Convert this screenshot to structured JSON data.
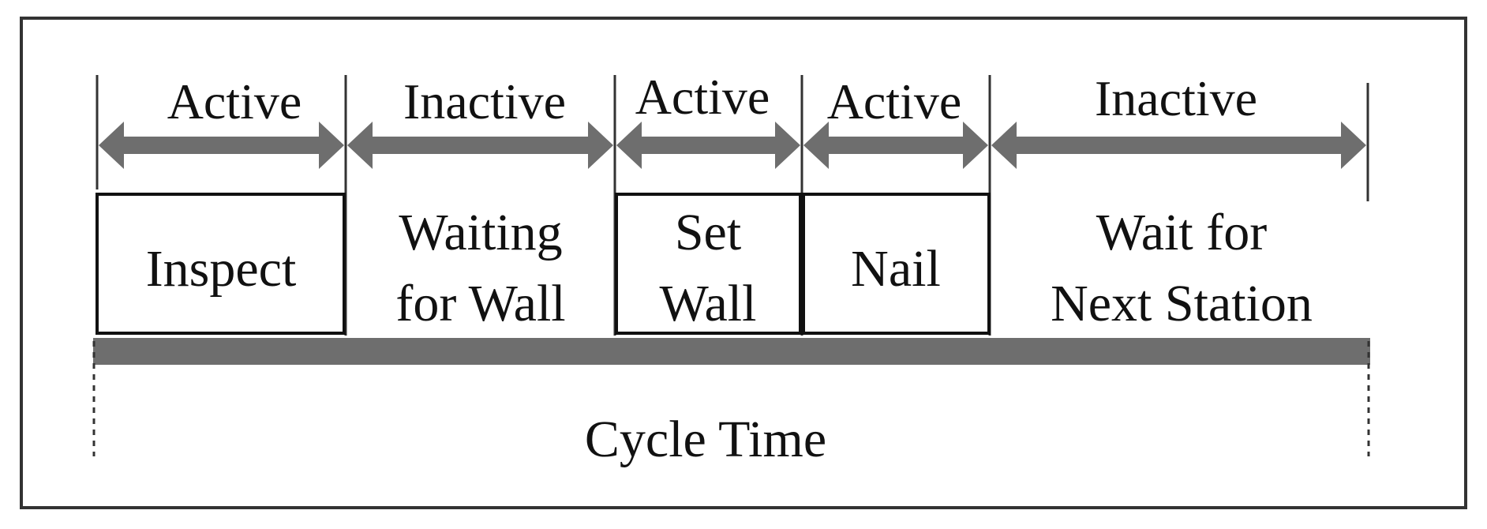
{
  "segments": [
    {
      "state": "Active",
      "task": [
        "Inspect"
      ],
      "boxed": true
    },
    {
      "state": "Inactive",
      "task": [
        "Waiting",
        "for Wall"
      ],
      "boxed": false
    },
    {
      "state": "Active",
      "task": [
        "Set",
        "Wall"
      ],
      "boxed": true
    },
    {
      "state": "Active",
      "task": [
        "Nail"
      ],
      "boxed": true
    },
    {
      "state": "Inactive",
      "task": [
        "Wait for",
        "Next Station"
      ],
      "boxed": false
    }
  ],
  "timeline_label": "Cycle Time",
  "colors": {
    "arrow": "#6e6e6e",
    "bar": "#6e6e6e",
    "frame": "#333333",
    "box_border": "#111111",
    "text": "#111111"
  }
}
